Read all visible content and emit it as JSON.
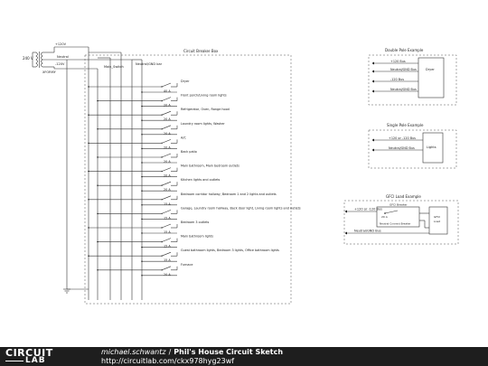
{
  "supply": {
    "v120_top": "+120V",
    "v120_bottom": "-120V",
    "neutral": "Neutral",
    "source_voltage": "240 V",
    "xformer": "XFORMY"
  },
  "panel": {
    "title": "Circuit Breaker Box",
    "main_switch": "Main_Switch",
    "neutral_bar": "Neutral/GND bar"
  },
  "circuits": [
    {
      "label": "Dryer",
      "rating": "40 A"
    },
    {
      "label": "Front porch/Living room lights",
      "rating": "20 A"
    },
    {
      "label": "Refrigerator, Oven, Range hood",
      "rating": "20 A"
    },
    {
      "label": "Laundry room lights, Washer",
      "rating": "20 A"
    },
    {
      "label": "A/C",
      "rating": "20 A"
    },
    {
      "label": "Back patio",
      "rating": "20 A"
    },
    {
      "label": "Main bathroom, Main bedroom outlets",
      "rating": "20 A"
    },
    {
      "label": "Kitchen lights and outlets",
      "rating": "20 A"
    },
    {
      "label": "Bedroom corridor hallway, Bedroom 1 and 2 lights and outlets",
      "rating": "15 A"
    },
    {
      "label": "Garage, Laundry room hallway, Back door light, Living room lights and outlets",
      "rating": "15 A"
    },
    {
      "label": "Bedroom 3 outlets",
      "rating": "15 A"
    },
    {
      "label": "Main bathroom lights",
      "rating": "15 A"
    },
    {
      "label": "Guest bathroom lights, Bedroom 3 lights, Office bathroom lights",
      "rating": "15 A"
    },
    {
      "label": "Furnace",
      "rating": "20 A"
    }
  ],
  "double_pole": {
    "title": "Double Pole Example",
    "rows": [
      "+120 Bus",
      "Neutral/GND Bus",
      "-120 Bus",
      "Neutral/GND Bus"
    ],
    "load": "Dryer"
  },
  "single_pole": {
    "title": "Single Pole Example",
    "rows": [
      "+120 or -120 Bus",
      "Neutral/GND Bus"
    ],
    "load": "Lights"
  },
  "gfci": {
    "title": "GFCI Load Example",
    "breaker": "GFCI Breaker",
    "breaker_rating": "20 A",
    "bus": "+120 or -120 Bus",
    "neutral_bus": "Neutral/GND Bus",
    "inner": "Neutral Connect Breaker",
    "load_lines": [
      "GFCI",
      "Load"
    ]
  },
  "footer": {
    "logo_top": "CIRCUIT",
    "logo_bottom": "LAB",
    "author": "michael.schwantz",
    "separator": "/",
    "title": "Phil's House Circuit Sketch",
    "url": "http://circuitlab.com/ckx978hyg23wf"
  },
  "colors": {
    "footer_bg": "#1e1e1e",
    "wire": "#333333",
    "text": "#222222"
  }
}
